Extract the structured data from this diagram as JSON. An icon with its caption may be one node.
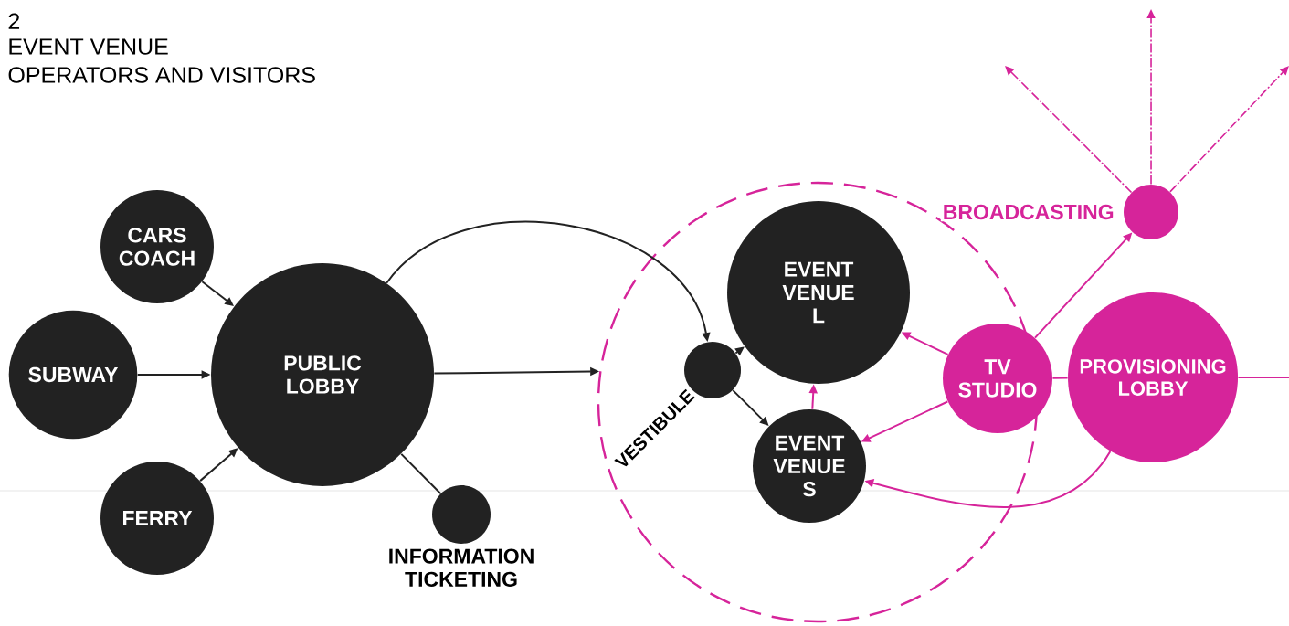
{
  "diagram": {
    "title": "EVENT VENUE OPERATORS AND VISITORS",
    "nodes": [
      {
        "text": [
          "CARS COACH"
        ]
      },
      {
        "text": [
          "SUBWAY"
        ]
      },
      {
        "text": [
          "FERRY"
        ]
      },
      {
        "text": [
          "PUBLIC LOBBY"
        ]
      },
      {
        "text": [
          "INFORMATION TICKETING"
        ]
      },
      {
        "text": [],
        "shape": "circle"
      },
      {
        "text": [
          "VESTIBULE"
        ],
        "in": 5
      },
      {
        "text": [
          "EVENT VENUE L"
        ],
        "in": 5
      },
      {
        "text": [
          "EVENT VENUE S"
        ],
        "in": 5
      },
      {
        "text": [
          "TV STUDIO"
        ]
      },
      {
        "text": [
          "BROADCASTING"
        ]
      },
      {
        "text": [
          "PROVISIONING LOBBY"
        ]
      }
    ],
    "edges": [
      {
        "from": 0,
        "to": 3,
        "arrow": "to",
        "color": "#222222"
      },
      {
        "from": 1,
        "to": 3,
        "arrow": "to",
        "color": "#222222"
      },
      {
        "from": 2,
        "to": 3,
        "arrow": "to",
        "color": "#222222"
      },
      {
        "from": 3,
        "to": 4,
        "arrow": "none",
        "color": "#222222"
      },
      {
        "from": 3,
        "to": 6,
        "arrow": "to",
        "color": "#222222"
      },
      {
        "from": 3,
        "to": 5,
        "arrow": "to",
        "color": "#222222"
      },
      {
        "from": 6,
        "to": 7,
        "arrow": "to",
        "color": "#222222"
      },
      {
        "from": 6,
        "to": 8,
        "arrow": "to",
        "color": "#222222"
      },
      {
        "from": 9,
        "to": 7,
        "arrow": "to",
        "color": "#d6249a"
      },
      {
        "from": 9,
        "to": 8,
        "arrow": "to",
        "color": "#d6249a"
      },
      {
        "from": 8,
        "to": 7,
        "arrow": "to",
        "color": "#d6249a"
      },
      {
        "from": 9,
        "to": 10,
        "arrow": "to",
        "color": "#d6249a"
      },
      {
        "from": 11,
        "to": 8,
        "arrow": "to",
        "color": "#d6249a"
      },
      {
        "from": 9,
        "to": 11,
        "arrow": "none",
        "color": "#d6249a"
      },
      {
        "from": 11,
        "to": null,
        "arrow": "none",
        "color": "#d6249a"
      },
      {
        "from": 10,
        "to": null,
        "arrow": "to",
        "style": "dashed",
        "color": "#d6249a"
      },
      {
        "from": 10,
        "to": null,
        "arrow": "to",
        "style": "dashed",
        "color": "#d6249a"
      },
      {
        "from": 10,
        "to": null,
        "arrow": "to",
        "style": "dashed",
        "color": "#d6249a"
      }
    ],
    "labels": [
      "2"
    ]
  }
}
